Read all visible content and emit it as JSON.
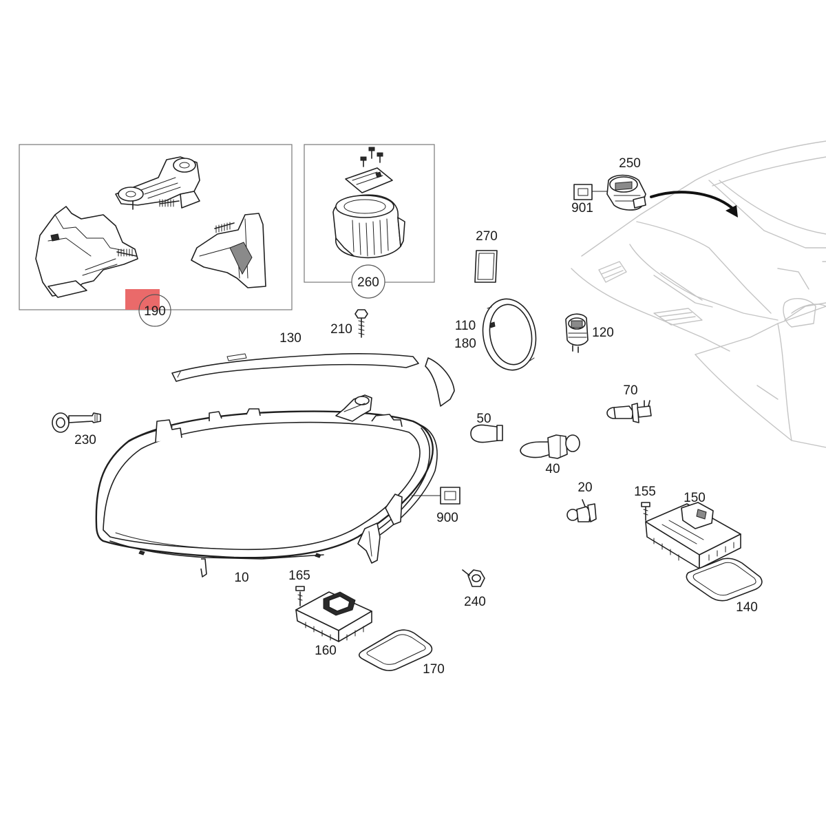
{
  "parts": [
    {
      "id": "p10",
      "number": "10"
    },
    {
      "id": "p20",
      "number": "20"
    },
    {
      "id": "p40",
      "number": "40"
    },
    {
      "id": "p50",
      "number": "50"
    },
    {
      "id": "p70",
      "number": "70"
    },
    {
      "id": "p110",
      "number": "110"
    },
    {
      "id": "p120",
      "number": "120"
    },
    {
      "id": "p130",
      "number": "130"
    },
    {
      "id": "p140",
      "number": "140"
    },
    {
      "id": "p150",
      "number": "150"
    },
    {
      "id": "p155",
      "number": "155"
    },
    {
      "id": "p160",
      "number": "160"
    },
    {
      "id": "p165",
      "number": "165"
    },
    {
      "id": "p170",
      "number": "170"
    },
    {
      "id": "p180",
      "number": "180"
    },
    {
      "id": "p190",
      "number": "190"
    },
    {
      "id": "p210",
      "number": "210"
    },
    {
      "id": "p230",
      "number": "230"
    },
    {
      "id": "p240",
      "number": "240"
    },
    {
      "id": "p250",
      "number": "250"
    },
    {
      "id": "p260",
      "number": "260"
    },
    {
      "id": "p270",
      "number": "270"
    },
    {
      "id": "p900",
      "number": "900"
    },
    {
      "id": "p901",
      "number": "901"
    }
  ],
  "highlight": {
    "part": "190",
    "color": "#ea6a6a"
  },
  "colors": {
    "line": "#1f1f1f",
    "car_outline": "#c4c4c4",
    "inset_box": "#777777"
  }
}
